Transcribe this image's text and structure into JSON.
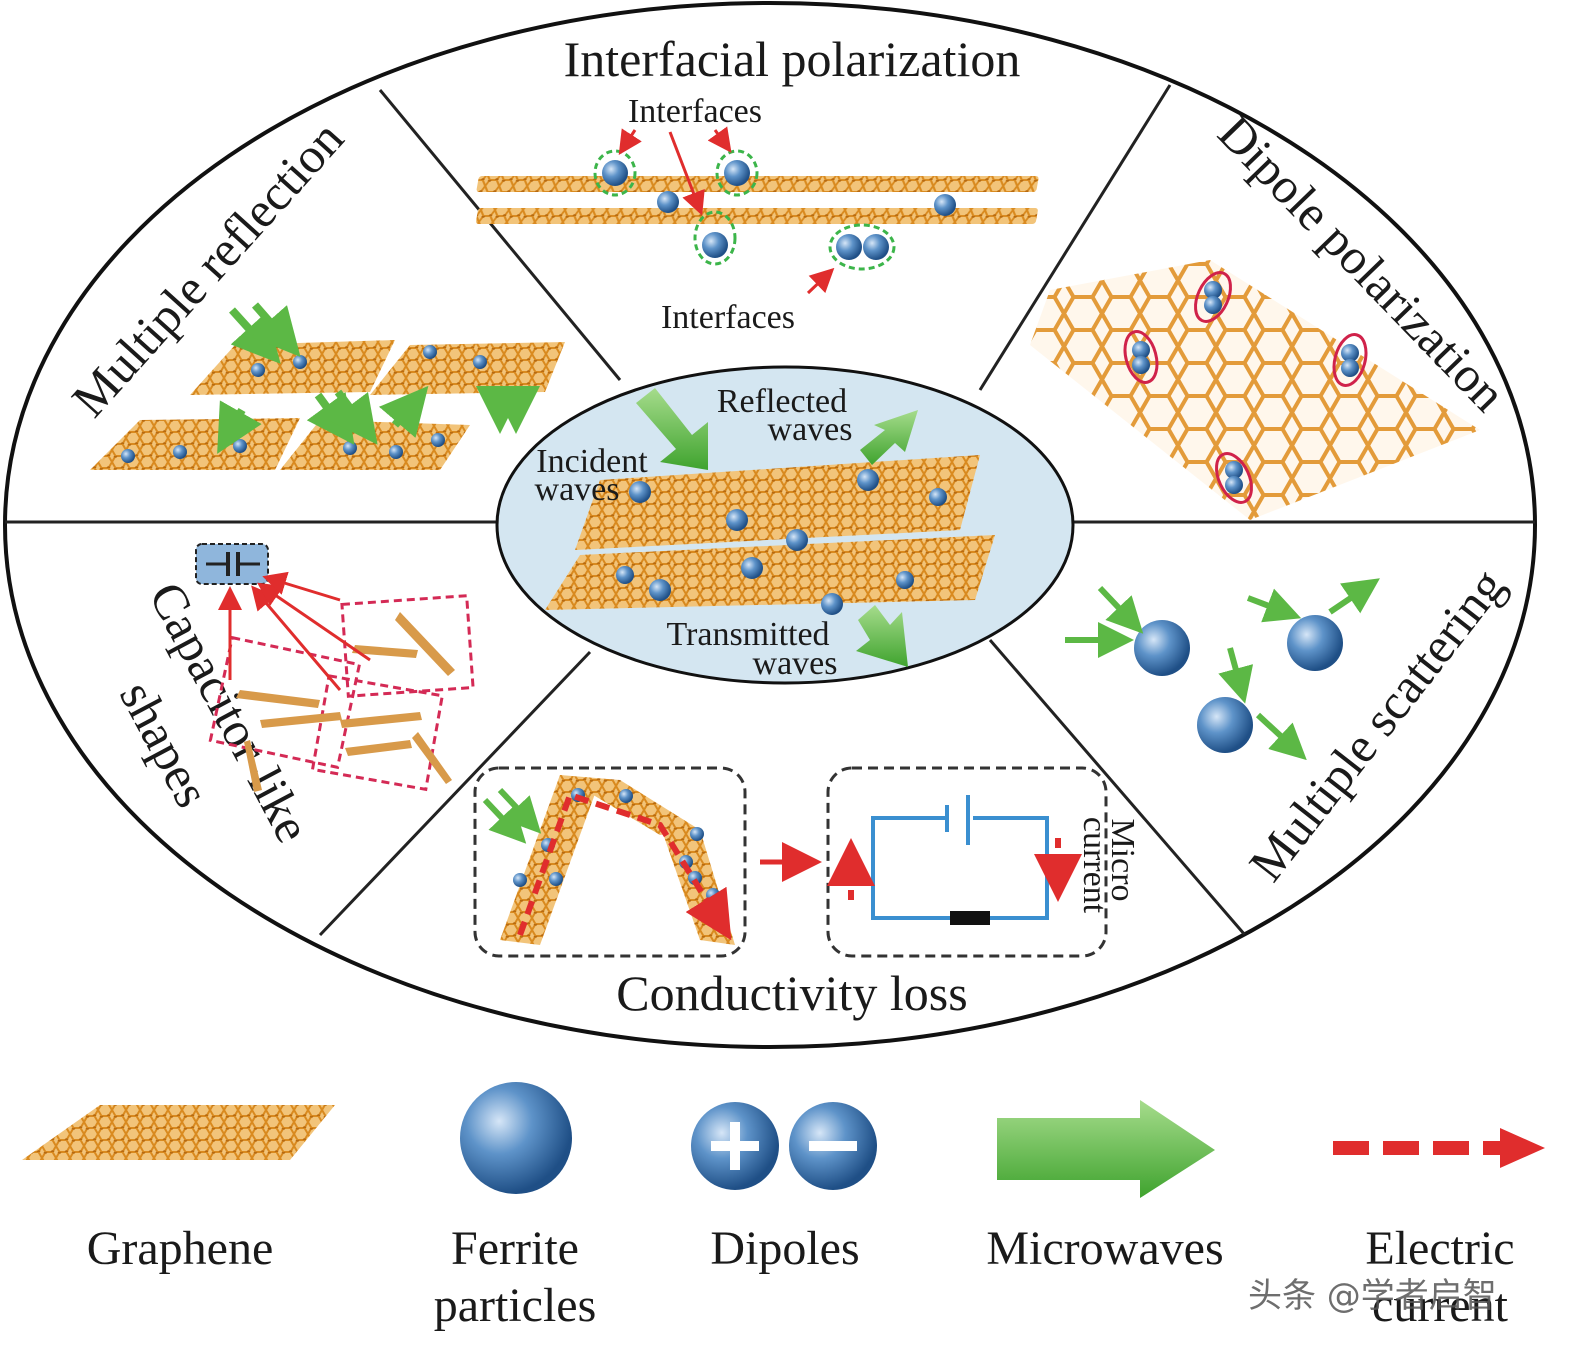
{
  "colors": {
    "graphene": "#e8a33a",
    "graphene_dark": "#c77d1c",
    "ferrite": "#4b7fb8",
    "microwave": "#5cb845",
    "electric": "#e02d2d",
    "center_fill": "#d4e6f1",
    "circuit": "#3a8fd0"
  },
  "sectors": {
    "top_title": "Interfacial polarization",
    "top_interfaces_1": "Interfaces",
    "top_interfaces_2": "Interfaces",
    "left_top_title": "Multiple reflection",
    "right_top_title": "Dipole polarization",
    "left_bottom_title_1": "Capacitor-like",
    "left_bottom_title_2": "shapes",
    "right_bottom_title": "Multiple scattering",
    "bottom_title": "Conductivity loss",
    "micro_current_1": "Micro",
    "micro_current_2": "current"
  },
  "center": {
    "reflected_1": "Reflected",
    "reflected_2": "waves",
    "incident_1": "Incident",
    "incident_2": "waves",
    "transmitted_1": "Transmitted",
    "transmitted_2": "waves"
  },
  "legend": {
    "graphene": "Graphene",
    "ferrite_1": "Ferrite",
    "ferrite_2": "particles",
    "dipoles": "Dipoles",
    "microwaves": "Microwaves",
    "electric_1": "Electric",
    "electric_2": "current"
  },
  "watermark": "头条 @学者启智",
  "icons": [
    "capacitor-icon",
    "battery-icon",
    "resistor-icon",
    "plus-icon",
    "minus-icon"
  ]
}
